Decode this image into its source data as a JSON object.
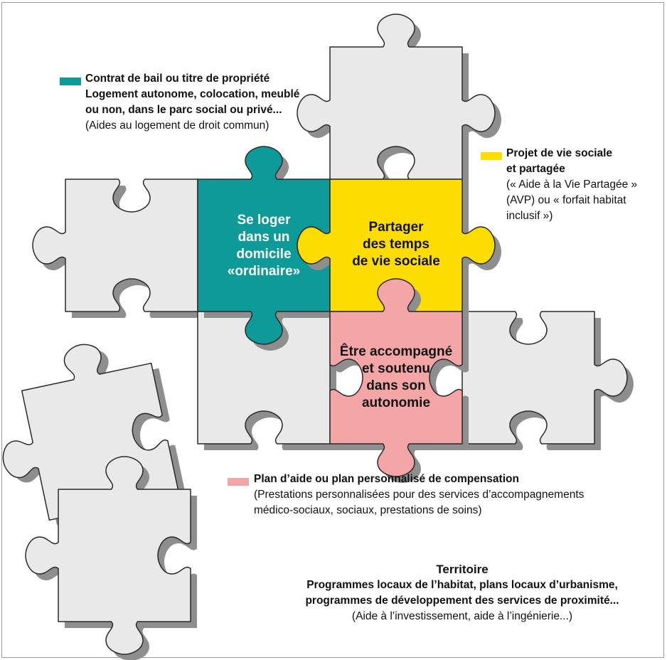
{
  "colors": {
    "teal": "#0f9a9a",
    "yellow": "#fddc00",
    "pink": "#f4a6a6",
    "grey_piece": "#e9e9e9",
    "shadow": "#8e8e8e"
  },
  "pieces": {
    "housing": [
      "Se loger",
      "dans un",
      "domicile",
      "«ordinaire»"
    ],
    "social": [
      "Partager",
      "des temps",
      "de vie sociale"
    ],
    "support": [
      "Être accompagné",
      "et soutenu",
      "dans son",
      "autonomie"
    ]
  },
  "legend_housing": {
    "bold_lines": [
      "Contrat de bail ou titre de propriété",
      "Logement autonome, colocation, meublé",
      "ou non, dans le parc social ou privé..."
    ],
    "normal_lines": [
      "(Aides au logement de droit commun)"
    ]
  },
  "legend_social": {
    "bold_lines": [
      "Projet de vie sociale",
      "et partagée"
    ],
    "normal_lines": [
      "(« Aide à la Vie Partagée »",
      "(AVP) ou « forfait habitat",
      "inclusif »)"
    ]
  },
  "legend_support": {
    "bold_lines": [
      "Plan d’aide ou plan personnalisé de compensation"
    ],
    "normal_lines": [
      "(Prestations personnalisées pour des services d’accompagnements",
      "médico-sociaux, sociaux, prestations de soins)"
    ]
  },
  "territory": {
    "title": "Territoire",
    "bold_lines": [
      "Programmes locaux de l’habitat, plans locaux d’urbanisme,",
      "programmes de développement des services de proximité..."
    ],
    "normal_lines": [
      "(Aide à l’investissement, aide à l’ingénierie...)"
    ]
  }
}
